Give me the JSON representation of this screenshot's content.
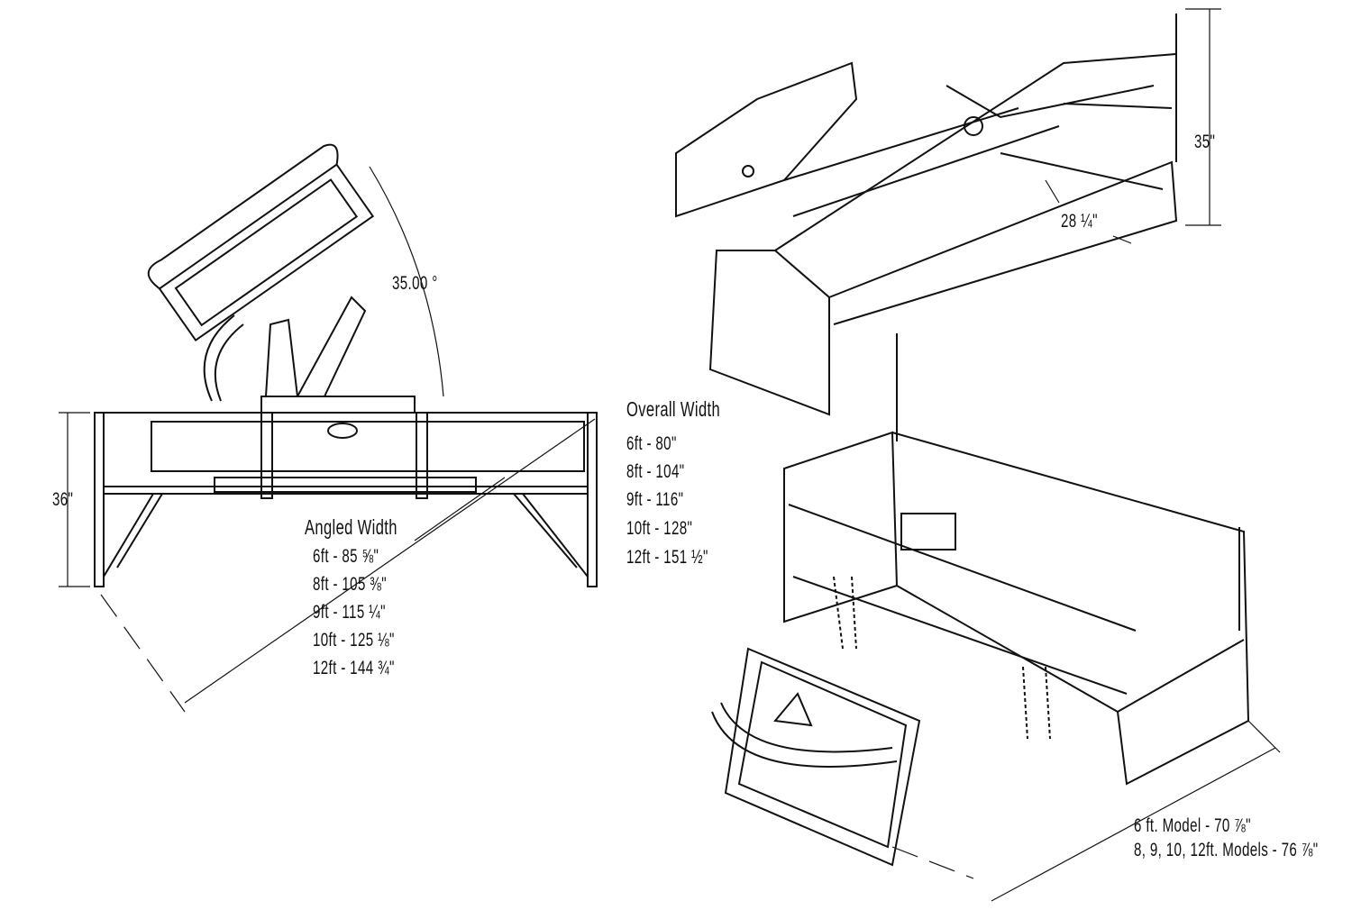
{
  "title": "Snow pusher dimension diagram",
  "front_view": {
    "tilt_angle": "35.00 °",
    "height": "36\"",
    "overall_width": {
      "heading": "Overall Width",
      "items": [
        "6ft - 80\"",
        "8ft - 104\"",
        "9ft - 116\"",
        "10ft - 128\"",
        "12ft - 151 ½\""
      ]
    },
    "angled_width": {
      "heading": "Angled Width",
      "items": [
        "6ft - 85 ⅝\"",
        "8ft - 105 ⅜\"",
        "9ft - 115 ¼\"",
        "10ft - 125 ⅛\"",
        "12ft - 144 ¾\""
      ]
    }
  },
  "rear_view": {
    "height": "35\"",
    "depth": "28 ¼\""
  },
  "iso_view": {
    "depth_items": [
      "6 ft. Model - 70 ⅞\"",
      "8, 9, 10, 12ft. Models - 76 ⅞\""
    ]
  }
}
